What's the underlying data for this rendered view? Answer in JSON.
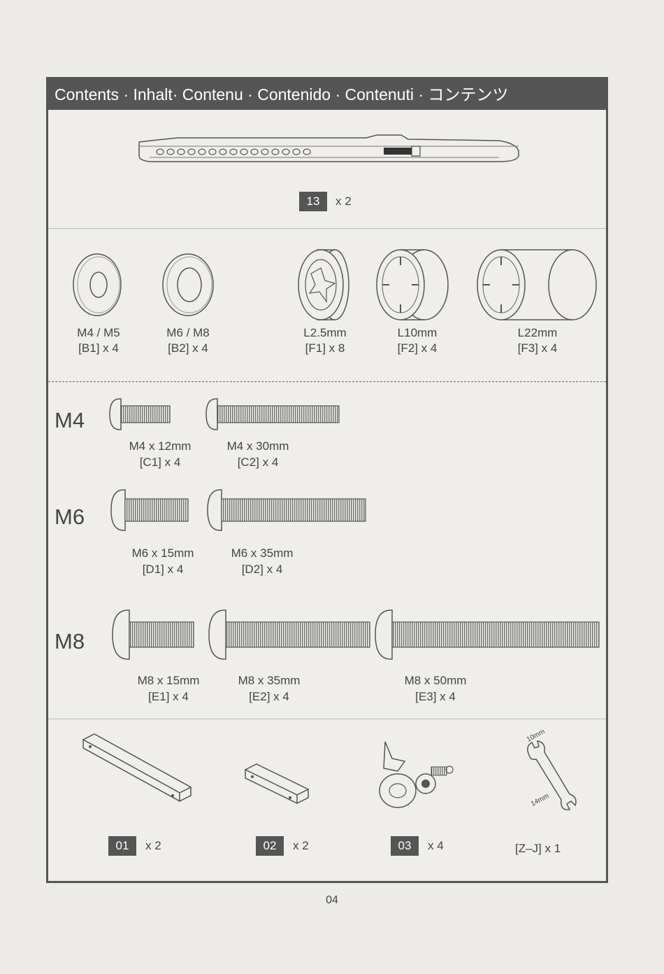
{
  "header": {
    "title": "Contents · Inhalt· Contenu · Contenido · Contenuti · コンテンツ"
  },
  "rail": {
    "badge": "13",
    "qty": "x 2"
  },
  "washers": [
    {
      "size": "M4 / M5",
      "code": "[B1]  x 4"
    },
    {
      "size": "M6 / M8",
      "code": "[B2]  x 4"
    }
  ],
  "spacers": [
    {
      "size": "L2.5mm",
      "code": "[F1]  x 8"
    },
    {
      "size": "L10mm",
      "code": "[F2]  x 4"
    },
    {
      "size": "L22mm",
      "code": "[F3]   x 4"
    }
  ],
  "groups": {
    "m4": {
      "label": "M4",
      "screws": [
        {
          "size": "M4 x 12mm",
          "code": "[C1]  x 4"
        },
        {
          "size": "M4 x 30mm",
          "code": "[C2]  x 4"
        }
      ]
    },
    "m6": {
      "label": "M6",
      "screws": [
        {
          "size": "M6 x 15mm",
          "code": "[D1]  x 4"
        },
        {
          "size": "M6 x 35mm",
          "code": "[D2]  x 4"
        }
      ]
    },
    "m8": {
      "label": "M8",
      "screws": [
        {
          "size": "M8 x 15mm",
          "code": "[E1]  x 4"
        },
        {
          "size": "M8 x 35mm",
          "code": "[E2]  x 4"
        },
        {
          "size": "M8 x 50mm",
          "code": "[E3]  x 4"
        }
      ]
    }
  },
  "bottom": {
    "items": [
      {
        "badge": "01",
        "qty": "x 2"
      },
      {
        "badge": "02",
        "qty": "x 2"
      },
      {
        "badge": "03",
        "qty": "x 4"
      }
    ],
    "wrench": {
      "label": "[Z–J]  x 1",
      "size_top": "10mm",
      "size_bottom": "14mm"
    }
  },
  "page_number": "04"
}
